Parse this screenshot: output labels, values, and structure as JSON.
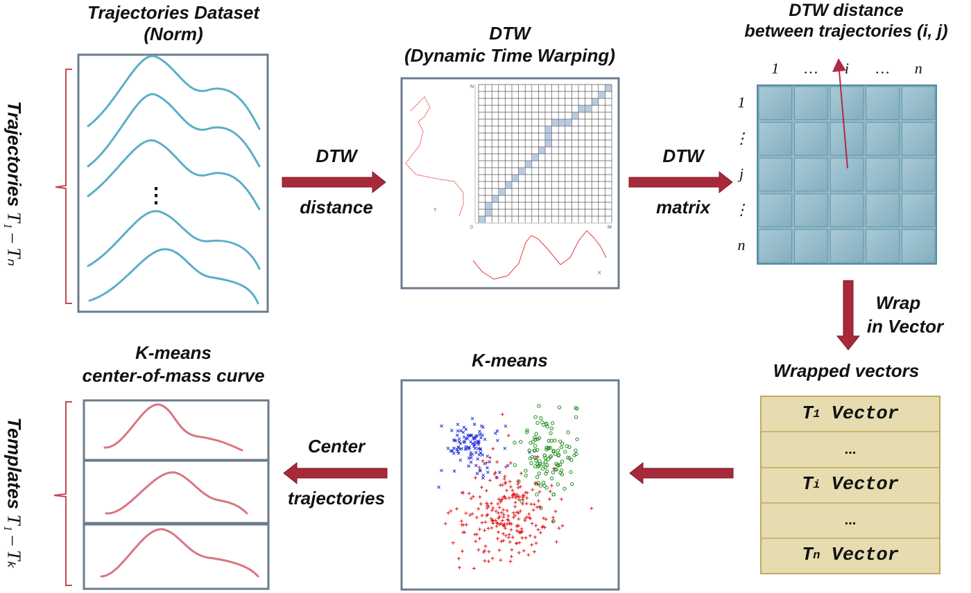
{
  "panels": {
    "dataset": {
      "title_line1": "Trajectories Dataset",
      "title_line2": "(Norm)",
      "ellipsis": "⋮"
    },
    "dtw": {
      "title_line1": "DTW",
      "title_line2": "(Dynamic Time Warping)",
      "axis_n": "N",
      "axis_m": "M",
      "axis_origin": "0",
      "axis_y": "Y",
      "axis_x": "X"
    },
    "matrix": {
      "title_line1": "DTW distance",
      "title_line2": "between trajectories (i, j)",
      "col_labels": [
        "1",
        "…",
        "i",
        "…",
        "n"
      ],
      "row_labels": [
        "1",
        "⋮",
        "j",
        "⋮",
        "n"
      ]
    },
    "wrapped": {
      "title": "Wrapped vectors",
      "rows": [
        {
          "var": "T",
          "sub": "1",
          "word": "Vector"
        },
        {
          "dots": "..."
        },
        {
          "var": "T",
          "sub": "i",
          "word": "Vector"
        },
        {
          "dots": "..."
        },
        {
          "var": "T",
          "sub": "n",
          "word": "Vector"
        }
      ]
    },
    "kmeans": {
      "title": "K-means"
    },
    "templates": {
      "title_line1": "K-means",
      "title_line2": "center-of-mass curve"
    }
  },
  "side_labels": {
    "trajectories": {
      "word": "Trajectories",
      "math": "T₁ – Tₙ"
    },
    "templates": {
      "word": "Templates",
      "math": "T₁ – Tₖ"
    }
  },
  "arrows": {
    "a1": {
      "top": "DTW",
      "bottom": "distance"
    },
    "a2": {
      "top": "DTW",
      "bottom": "matrix"
    },
    "a3": {
      "line1": "Wrap",
      "line2": "in Vector"
    },
    "a5": {
      "line1": "Center",
      "line2": "trajectories"
    }
  },
  "colors": {
    "panel_border": "#6b7b8c",
    "curve_blue": "#5aaec8",
    "curve_pink": "#d97582",
    "arrow_red": "#a82a3a",
    "matrix_fill": "#93b8c7",
    "vector_fill": "#e6dcb0",
    "cluster_blue": "#1f2fd6",
    "cluster_green": "#1b8c1b",
    "cluster_red": "#e01818"
  }
}
